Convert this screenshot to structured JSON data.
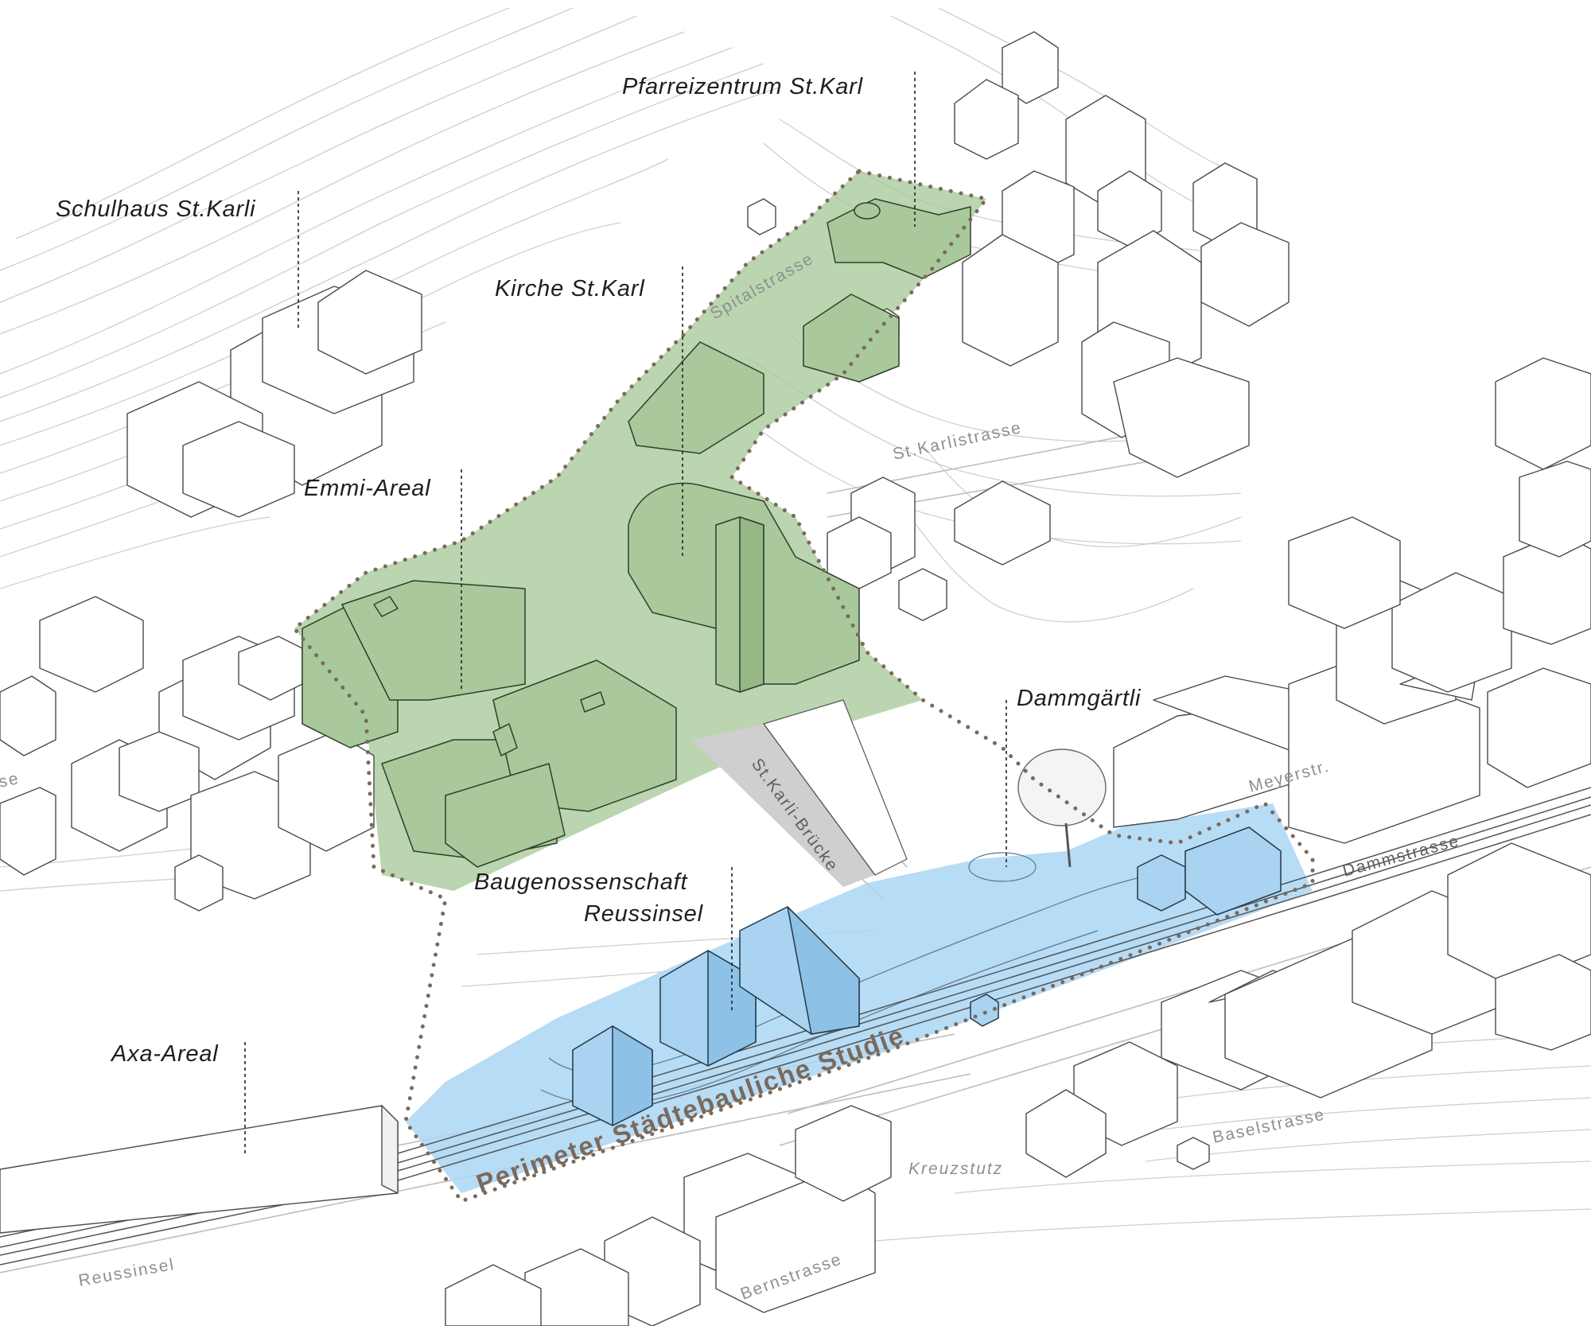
{
  "map": {
    "labels": {
      "pfarreizentrum": "Pfarreizentrum St.Karl",
      "schulhaus": "Schulhaus St.Karli",
      "kirche": "Kirche St.Karl",
      "emmi": "Emmi-Areal",
      "dammgaertli": "Dammgärtli",
      "baugenossenschaft_line1": "Baugenossenschaft",
      "baugenossenschaft_line2": "Reussinsel",
      "axa": "Axa-Areal",
      "perimeter": "Perimeter Städtebauliche Studie"
    },
    "streets": {
      "spitalstrasse": "Spitalstrasse",
      "st_karlistrasse": "St.Karlistrasse",
      "st_karli_bruecke": "St.Karli-Brücke",
      "meyerstr": "Meyerstr.",
      "dammstrasse": "Dammstrasse",
      "baselstrasse": "Baselstrasse",
      "kreuzstutz": "Kreuzstutz",
      "reussinsel": "Reussinsel",
      "bernstrasse": "Bernstrasse",
      "partial_left": "se"
    },
    "colors": {
      "green_zone": "#a6c999",
      "blue_zone": "#aad6f3",
      "perimeter_dots": "#7a6a5c"
    }
  }
}
